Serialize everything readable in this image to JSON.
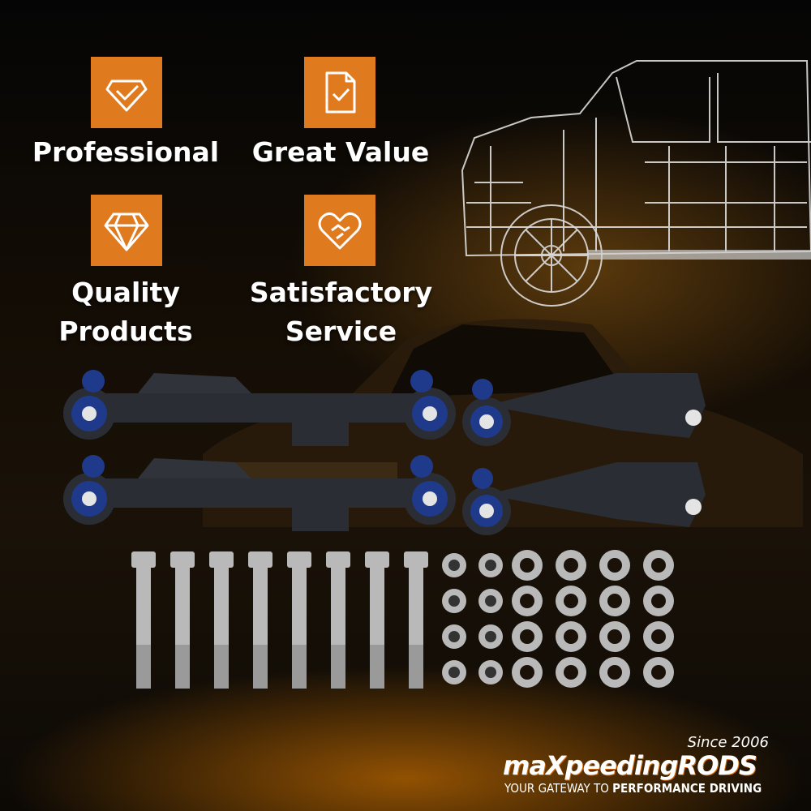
{
  "features": [
    {
      "label": "Professional",
      "icon": "diamond-check-icon"
    },
    {
      "label": "Great Value",
      "icon": "document-check-icon"
    },
    {
      "label": "Quality\nProducts",
      "icon": "gem-icon"
    },
    {
      "label": "Satisfactory\nService",
      "icon": "heart-handshake-icon"
    }
  ],
  "brand": {
    "since": "Since 2006",
    "name": "maXpeedingRODS",
    "tagline_prefix": "YOUR GATEWAY TO ",
    "tagline_emphasis": "PERFORMANCE DRIVING"
  },
  "colors": {
    "accent": "#e07a1f",
    "bolt": "#b9b9b9",
    "arm": "#2a2d33",
    "bushing": "#1f3a8a"
  },
  "kit": {
    "control_arms": 4,
    "bolts": 8,
    "nuts": 8,
    "washers": 16
  }
}
